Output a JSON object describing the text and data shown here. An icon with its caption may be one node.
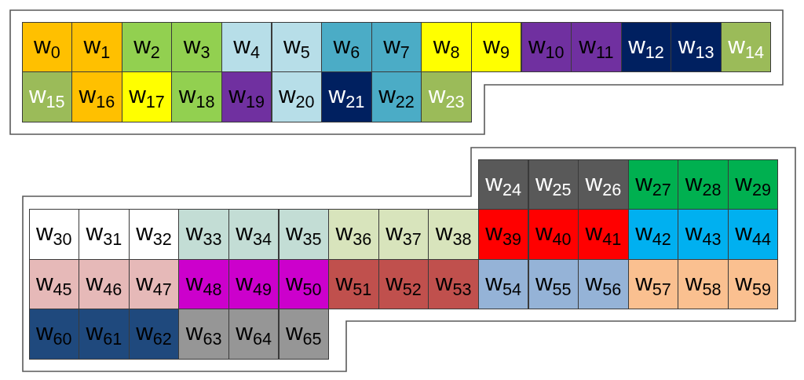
{
  "diagram": {
    "nodes": [
      {
        "text": [],
        "shape": "box"
      },
      {
        "text": [
          "w$_{0}$"
        ],
        "in": 0
      },
      {
        "text": [
          "w$_{1}$"
        ],
        "in": 0
      },
      {
        "text": [
          "w$_{2}$"
        ],
        "in": 0
      },
      {
        "text": [
          "w$_{3}$"
        ],
        "in": 0
      },
      {
        "text": [
          "w$_{4}$"
        ],
        "in": 0
      },
      {
        "text": [
          "w$_{5}$"
        ],
        "in": 0
      },
      {
        "text": [
          "w$_{6}$"
        ],
        "in": 0
      },
      {
        "text": [
          "w$_{7}$"
        ],
        "in": 0
      },
      {
        "text": [
          "w$_{8}$"
        ],
        "in": 0
      },
      {
        "text": [
          "w$_{9}$"
        ],
        "in": 0
      },
      {
        "text": [
          "w$_{10}$"
        ],
        "in": 0
      },
      {
        "text": [
          "w$_{11}$"
        ],
        "in": 0
      },
      {
        "text": [
          "w$_{12}$"
        ],
        "in": 0
      },
      {
        "text": [
          "w$_{13}$"
        ],
        "in": 0
      },
      {
        "text": [
          "w$_{14}$"
        ],
        "in": 0
      },
      {
        "text": [
          "w$_{15}$"
        ],
        "in": 0
      },
      {
        "text": [
          "w$_{16}$"
        ],
        "in": 0
      },
      {
        "text": [
          "w$_{17}$"
        ],
        "in": 0
      },
      {
        "text": [
          "w$_{18}$"
        ],
        "in": 0
      },
      {
        "text": [
          "w$_{19}$"
        ],
        "in": 0
      },
      {
        "text": [
          "w$_{20}$"
        ],
        "in": 0
      },
      {
        "text": [
          "w$_{21}$"
        ],
        "in": 0
      },
      {
        "text": [
          "w$_{22}$"
        ],
        "in": 0
      },
      {
        "text": [
          "w$_{23}$"
        ],
        "in": 0
      },
      {
        "text": [],
        "shape": "box"
      },
      {
        "text": [
          "w$_{24}$"
        ],
        "in": 25
      },
      {
        "text": [
          "w$_{25}$"
        ],
        "in": 25
      },
      {
        "text": [
          "w$_{26}$"
        ],
        "in": 25
      },
      {
        "text": [
          "w$_{27}$"
        ],
        "in": 25
      },
      {
        "text": [
          "w$_{28}$"
        ],
        "in": 25
      },
      {
        "text": [
          "w$_{29}$"
        ],
        "in": 25
      },
      {
        "text": [
          "w$_{30}$"
        ],
        "in": 25
      },
      {
        "text": [
          "w$_{31}$"
        ],
        "in": 25
      },
      {
        "text": [
          "w$_{32}$"
        ],
        "in": 25
      },
      {
        "text": [
          "w$_{33}$"
        ],
        "in": 25
      },
      {
        "text": [
          "w$_{34}$"
        ],
        "in": 25
      },
      {
        "text": [
          "w$_{35}$"
        ],
        "in": 25
      },
      {
        "text": [
          "w$_{36}$"
        ],
        "in": 25
      },
      {
        "text": [
          "w$_{37}$"
        ],
        "in": 25
      },
      {
        "text": [
          "w$_{38}$"
        ],
        "in": 25
      },
      {
        "text": [
          "w$_{39}$"
        ],
        "in": 25
      },
      {
        "text": [
          "w$_{40}$"
        ],
        "in": 25
      },
      {
        "text": [
          "w$_{41}$"
        ],
        "in": 25
      },
      {
        "text": [
          "w$_{42}$"
        ],
        "in": 25
      },
      {
        "text": [
          "w$_{43}$"
        ],
        "in": 25
      },
      {
        "text": [
          "w$_{44}$"
        ],
        "in": 25
      },
      {
        "text": [
          "w$_{45}$"
        ],
        "in": 25
      },
      {
        "text": [
          "w$_{46}$"
        ],
        "in": 25
      },
      {
        "text": [
          "w$_{47}$"
        ],
        "in": 25
      },
      {
        "text": [
          "w$_{48}$"
        ],
        "in": 25
      },
      {
        "text": [
          "w$_{49}$"
        ],
        "in": 25
      },
      {
        "text": [
          "w$_{50}$"
        ],
        "in": 25
      },
      {
        "text": [
          "w$_{51}$"
        ],
        "in": 25
      },
      {
        "text": [
          "w$_{52}$"
        ],
        "in": 25
      },
      {
        "text": [
          "w$_{53}$"
        ],
        "in": 25
      },
      {
        "text": [
          "w$_{54}$"
        ],
        "in": 25
      },
      {
        "text": [
          "w$_{55}$"
        ],
        "in": 25
      },
      {
        "text": [
          "w$_{56}$"
        ],
        "in": 25
      },
      {
        "text": [
          "w$_{57}$"
        ],
        "in": 25
      },
      {
        "text": [
          "w$_{58}$"
        ],
        "in": 25
      },
      {
        "text": [
          "w$_{59}$"
        ],
        "in": 25
      },
      {
        "text": [
          "w$_{60}$"
        ],
        "in": 25
      },
      {
        "text": [
          "w$_{61}$"
        ],
        "in": 25
      },
      {
        "text": [
          "w$_{62}$"
        ],
        "in": 25
      },
      {
        "text": [
          "w$_{63}$"
        ],
        "in": 25
      },
      {
        "text": [
          "w$_{64}$"
        ],
        "in": 25
      },
      {
        "text": [
          "w$_{65}$"
        ],
        "in": 25
      }
    ]
  }
}
